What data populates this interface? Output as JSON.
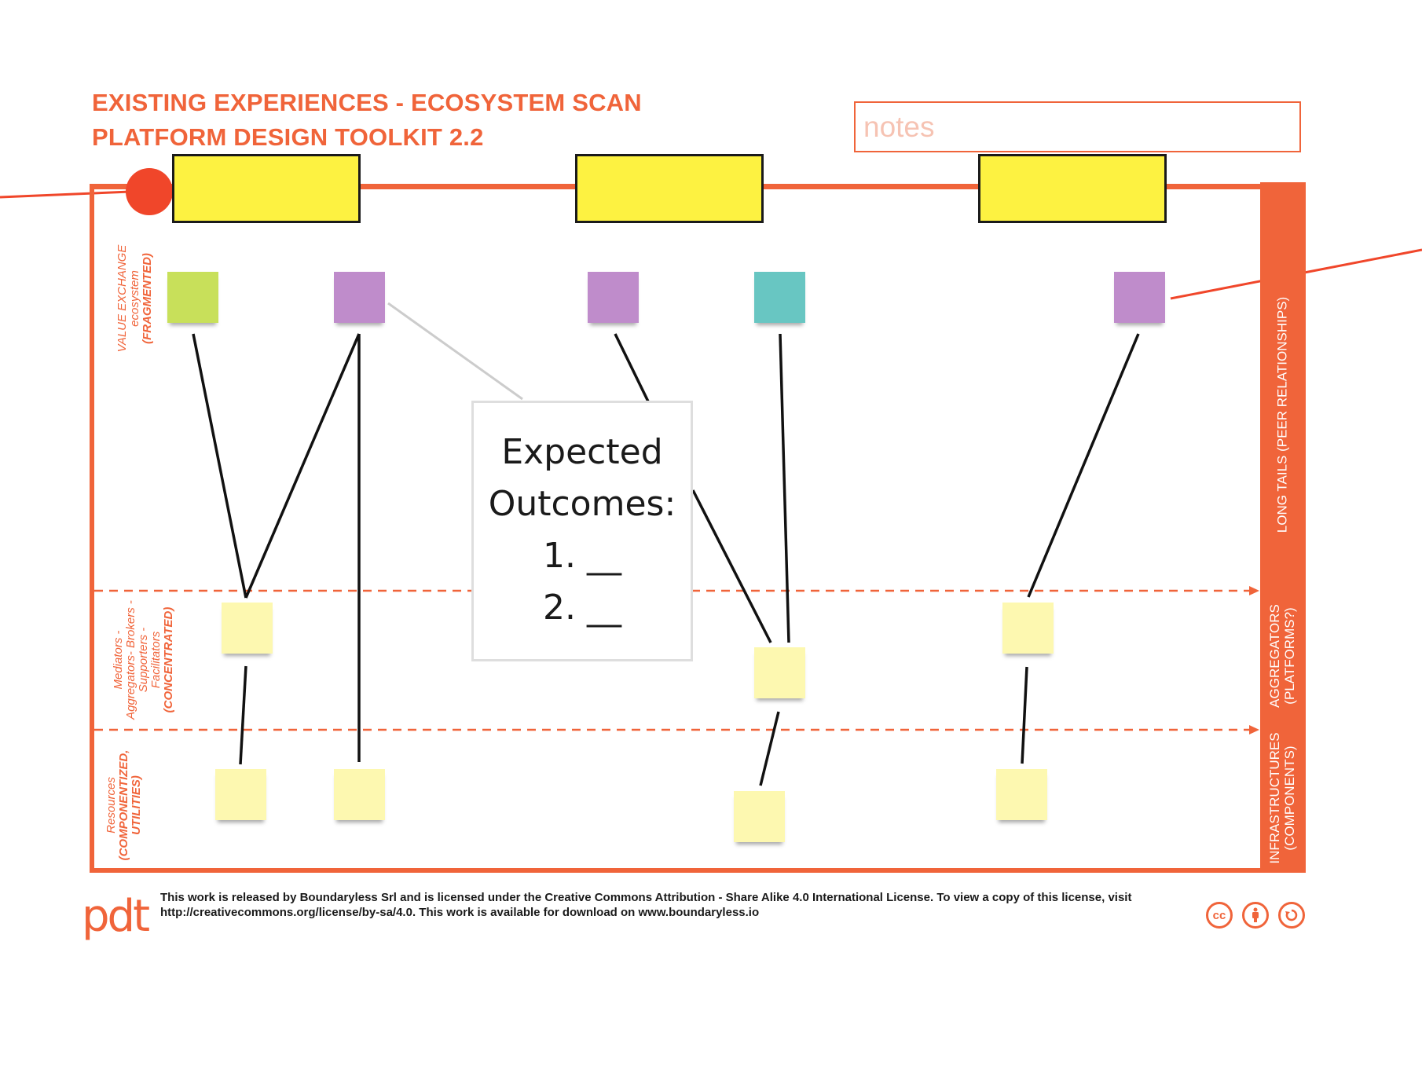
{
  "header": {
    "title_line1": "EXISTING EXPERIENCES - ECOSYSTEM SCAN",
    "title_line2": "PLATFORM DESIGN TOOLKIT 2.2",
    "notes_placeholder": "notes"
  },
  "lanes": {
    "value_exchange": {
      "line1": "VALUE EXCHANGE",
      "line2": "ecosystem",
      "line3": "(FRAGMENTED)"
    },
    "mediators": {
      "line1": "Mediators -",
      "line2": "Aggregators- Brokers -",
      "line3": "Supporters -",
      "line4": "Facilitators",
      "line5": "(CONCENTRATED)"
    },
    "resources": {
      "line1": "Resources",
      "line2": "(COMPONENTIZED,",
      "line3": "UTILITIES)"
    }
  },
  "side_labels": {
    "long_tails": "LONG TAILS (PEER RELATIONSHIPS)",
    "aggregators_line1": "AGGREGATORS",
    "aggregators_line2": "(PLATFORMS?)",
    "infrastructures_line1": "INFRASTRUCTURES",
    "infrastructures_line2": "(COMPONENTS)"
  },
  "callout": {
    "line1": "Expected",
    "line2": "Outcomes:",
    "item1": "1. __",
    "item2": "2. __"
  },
  "footer": {
    "license_line1": "This work is released by Boundaryless Srl and is licensed under the Creative Commons Attribution - Share Alike 4.0 International License. To view a copy of this license, visit",
    "license_line2": "http://creativecommons.org/license/by-sa/4.0. This work is available for download on www.boundaryless.io",
    "logo": "pdt",
    "cc_icons": [
      "cc-icon",
      "by-icon",
      "sa-icon"
    ]
  },
  "colors": {
    "accent": "#f0643a",
    "header_fill": "#fdf241",
    "sticky_green": "#c8e05a",
    "sticky_purple": "#bf8ccb",
    "sticky_teal": "#68c6c2",
    "sticky_yellow": "#fdf8b0"
  }
}
